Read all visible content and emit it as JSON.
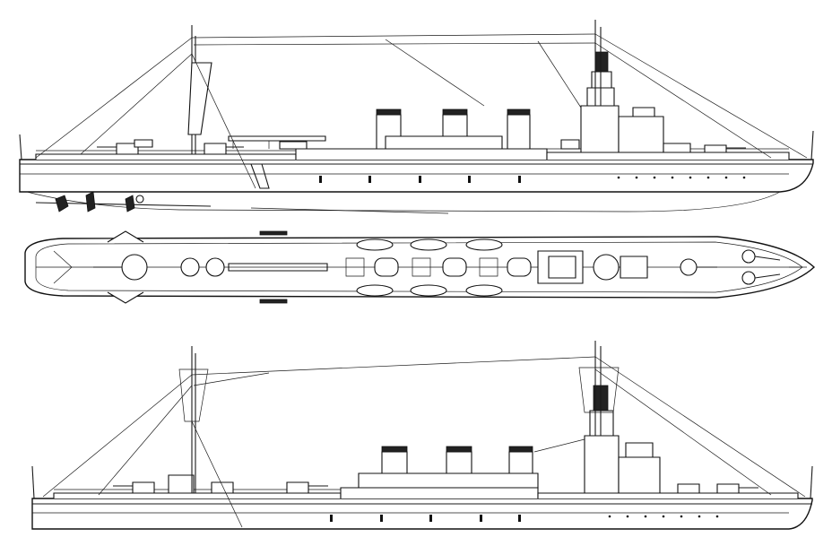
{
  "drawing": {
    "views": [
      {
        "id": "profile-starboard"
      },
      {
        "id": "plan-deck"
      },
      {
        "id": "profile-port"
      }
    ],
    "colors": {
      "line": "#1a1a1a",
      "background": "#ffffff"
    }
  }
}
